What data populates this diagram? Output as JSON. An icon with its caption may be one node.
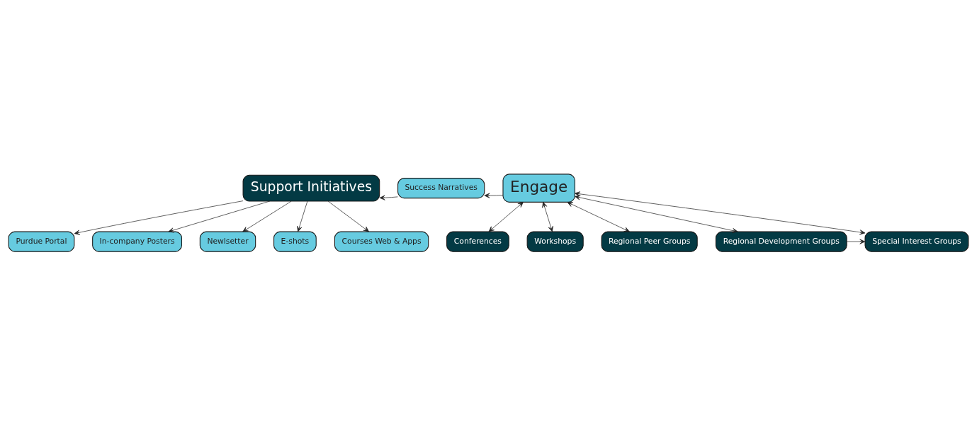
{
  "diagram": {
    "nodes": [
      {
        "text": [
          "Purdue Portal"
        ]
      },
      {
        "text": [
          "In-company Posters"
        ]
      },
      {
        "text": [
          "Newlsetter"
        ]
      },
      {
        "text": [
          "Conferences"
        ]
      },
      {
        "text": [
          "Workshops"
        ]
      },
      {
        "text": [
          "Regional Peer Groups"
        ]
      },
      {
        "text": [
          "Support Initiatives"
        ]
      },
      {
        "text": [
          "Success Narratives"
        ]
      },
      {
        "text": [
          "Engage"
        ]
      },
      {
        "text": [
          "E-shots"
        ]
      },
      {
        "text": [
          "Courses Web & Apps"
        ]
      },
      {
        "text": [
          "Regional Development Groups"
        ]
      },
      {
        "text": [
          "Special Interest Groups"
        ]
      }
    ],
    "edges": [
      {
        "from": 6,
        "to": 0,
        "arrow": "to"
      },
      {
        "from": 6,
        "to": 1,
        "arrow": "to"
      },
      {
        "from": 6,
        "to": 2,
        "arrow": "to"
      },
      {
        "from": 8,
        "to": 3,
        "arrow": "both"
      },
      {
        "from": 8,
        "to": 4,
        "arrow": "both"
      },
      {
        "from": 8,
        "to": 5,
        "arrow": "both"
      },
      {
        "from": 8,
        "to": 7,
        "arrow": "to"
      },
      {
        "from": 7,
        "to": 6,
        "arrow": "to"
      },
      {
        "from": 6,
        "to": 9,
        "arrow": "to"
      },
      {
        "from": 6,
        "to": 10,
        "arrow": "to"
      },
      {
        "from": 8,
        "to": 11,
        "arrow": "both"
      },
      {
        "from": 8,
        "to": 12,
        "arrow": "both"
      },
      {
        "from": 11,
        "to": 12,
        "arrow": "to"
      }
    ]
  }
}
